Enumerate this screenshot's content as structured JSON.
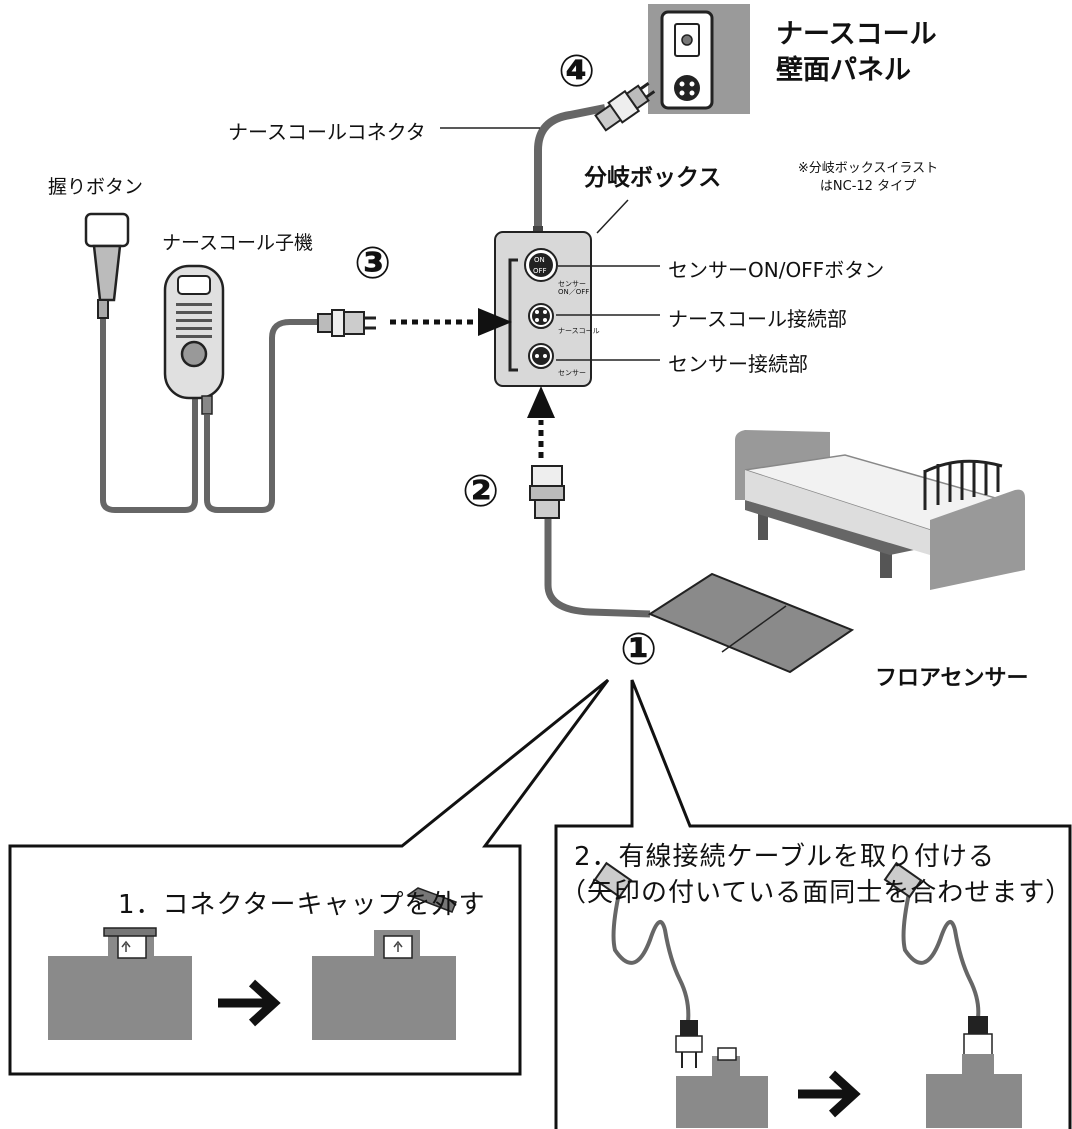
{
  "labels": {
    "wall_panel_line1": "ナースコール",
    "wall_panel_line2": "壁面パネル",
    "nurse_call_connector": "ナースコールコネクタ",
    "grip_button": "握りボタン",
    "handset": "ナースコール子機",
    "branch_box": "分岐ボックス",
    "note_line1": "※分岐ボックスイラスト",
    "note_line2": "はNC-12 タイプ",
    "sensor_onoff_button": "センサーON/OFFボタン",
    "nurse_call_port": "ナースコール接続部",
    "sensor_port": "センサー接続部",
    "floor_sensor": "フロアセンサー"
  },
  "box_text": {
    "on": "ON",
    "off": "OFF",
    "sensor_onoff_1": "センサー",
    "sensor_onoff_2": "ON／OFF",
    "nurse_call": "ナースコール",
    "sensor": "センサー"
  },
  "markers": {
    "one": "①",
    "two": "②",
    "three": "③",
    "four": "④"
  },
  "steps": {
    "step1": "1．コネクターキャップを外す",
    "step2_line1": "2．有線接続ケーブルを取り付ける",
    "step2_line2": "（矢印の付いている面同士を合わせます）"
  }
}
